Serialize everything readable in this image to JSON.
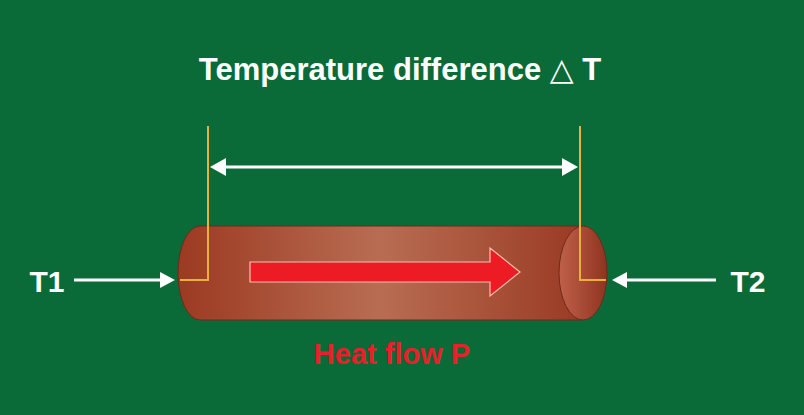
{
  "diagram": {
    "labels": [
      "Temperature difference △ T",
      "T1",
      "T2",
      "Heat flow P"
    ]
  }
}
